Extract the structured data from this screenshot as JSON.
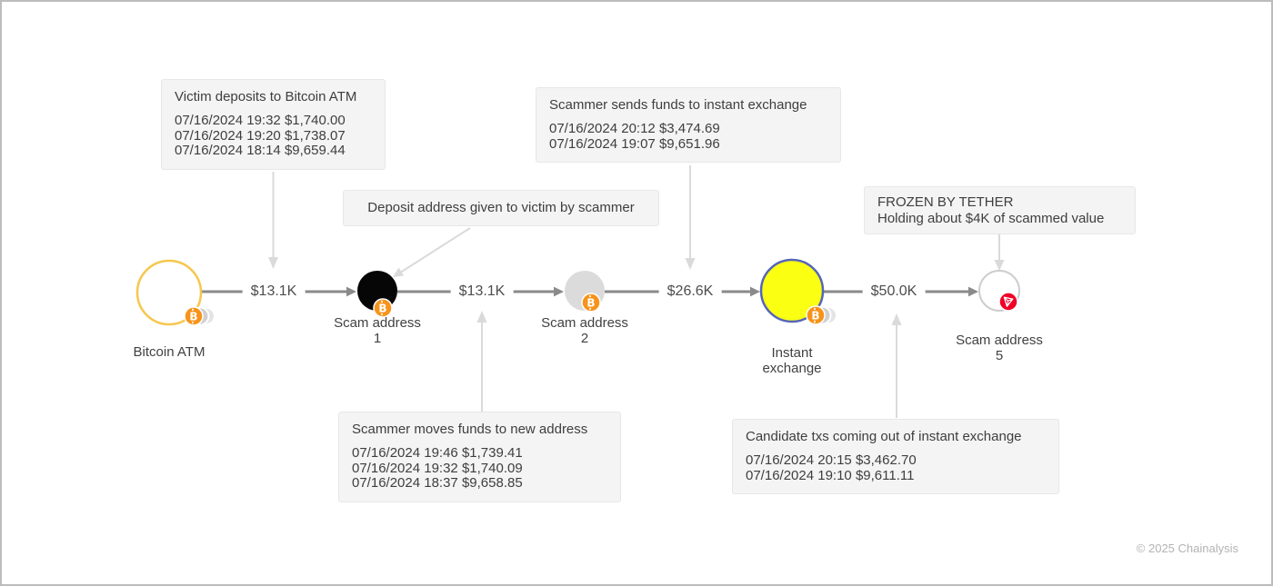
{
  "callouts": {
    "victim_deposits": {
      "title": "Victim deposits to Bitcoin ATM",
      "rows": [
        "07/16/2024 19:32 $1,740.00",
        "07/16/2024 19:20 $1,738.07",
        "07/16/2024 18:14 $9,659.44"
      ]
    },
    "deposit_address": {
      "title": "Deposit address given to victim by scammer"
    },
    "scammer_sends": {
      "title": "Scammer sends funds to instant exchange",
      "rows": [
        "07/16/2024 20:12 $3,474.69",
        "07/16/2024 19:07 $9,651.96"
      ]
    },
    "frozen_by_tether": {
      "title": "FROZEN BY TETHER",
      "subtitle": "Holding about $4K of scammed value"
    },
    "scammer_moves": {
      "title": "Scammer moves funds to new address",
      "rows": [
        "07/16/2024 19:46 $1,739.41",
        "07/16/2024 19:32 $1,740.09",
        "07/16/2024 18:37 $9,658.85"
      ]
    },
    "candidate_txs": {
      "title": "Candidate txs coming out of instant exchange",
      "rows": [
        "07/16/2024 20:15 $3,462.70",
        "07/16/2024 19:10 $9,611.11"
      ]
    }
  },
  "nodes": {
    "bitcoin_atm": {
      "line1": "Bitcoin ATM",
      "asset_icon": "bitcoin-icon"
    },
    "scam_address_1": {
      "line1": "Scam address",
      "line2": "1",
      "asset_icon": "bitcoin-icon"
    },
    "scam_address_2": {
      "line1": "Scam address",
      "line2": "2",
      "asset_icon": "bitcoin-icon"
    },
    "instant_exchange": {
      "line1": "Instant",
      "line2": "exchange",
      "asset_icon": "bitcoin-icon"
    },
    "scam_address_5": {
      "line1": "Scam address",
      "line2": "5",
      "asset_icon": "tron-icon"
    }
  },
  "edges": {
    "atm_to_scam1": "$13.1K",
    "scam1_to_scam2": "$13.1K",
    "scam2_to_exchange": "$26.6K",
    "exchange_to_scam5": "$50.0K"
  },
  "footer": {
    "copyright": "© 2025 Chainalysis"
  },
  "colors": {
    "bitcoin_orange": "#f7931a",
    "tron_red": "#ef0027",
    "atm_ring_yellow": "#f5c84c",
    "exchange_fill_yellow": "#fbff12",
    "exchange_ring_blue": "#5566b8",
    "scam1_fill": "#060606",
    "scam2_fill": "#dbdbdb",
    "edge_gray": "#8a8a8a",
    "callout_arrow_gray": "#dadada"
  }
}
